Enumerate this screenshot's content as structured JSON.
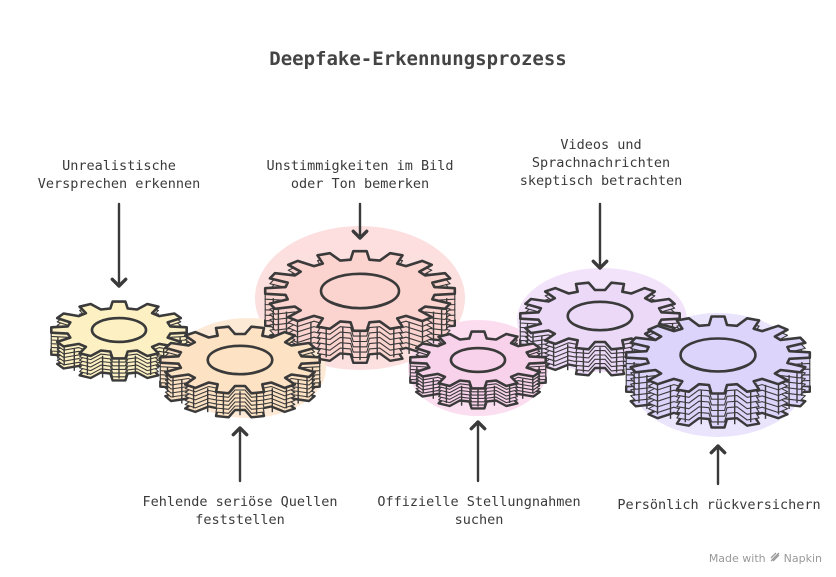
{
  "title": "Deepfake-Erkennungsprozess",
  "steps": [
    {
      "lines": [
        "Unrealistische",
        "Versprechen erkennen"
      ],
      "color": "#fdf1c4"
    },
    {
      "lines": [
        "Fehlende seriöse Quellen",
        "feststellen"
      ],
      "color": "#fde2c4"
    },
    {
      "lines": [
        "Unstimmigkeiten im Bild",
        "oder Ton bemerken"
      ],
      "color": "#fbd3cf"
    },
    {
      "lines": [
        "Offizielle Stellungnahmen",
        "suchen"
      ],
      "color": "#f8d2ea"
    },
    {
      "lines": [
        "Videos und",
        "Sprachnachrichten",
        "skeptisch betrachten"
      ],
      "color": "#ecd9f8"
    },
    {
      "lines": [
        "Persönlich rückversichern"
      ],
      "color": "#ddd4fb"
    }
  ],
  "footer": {
    "made_with": "Made with",
    "brand": "Napkin",
    "icon": "napkin-logo-icon"
  }
}
